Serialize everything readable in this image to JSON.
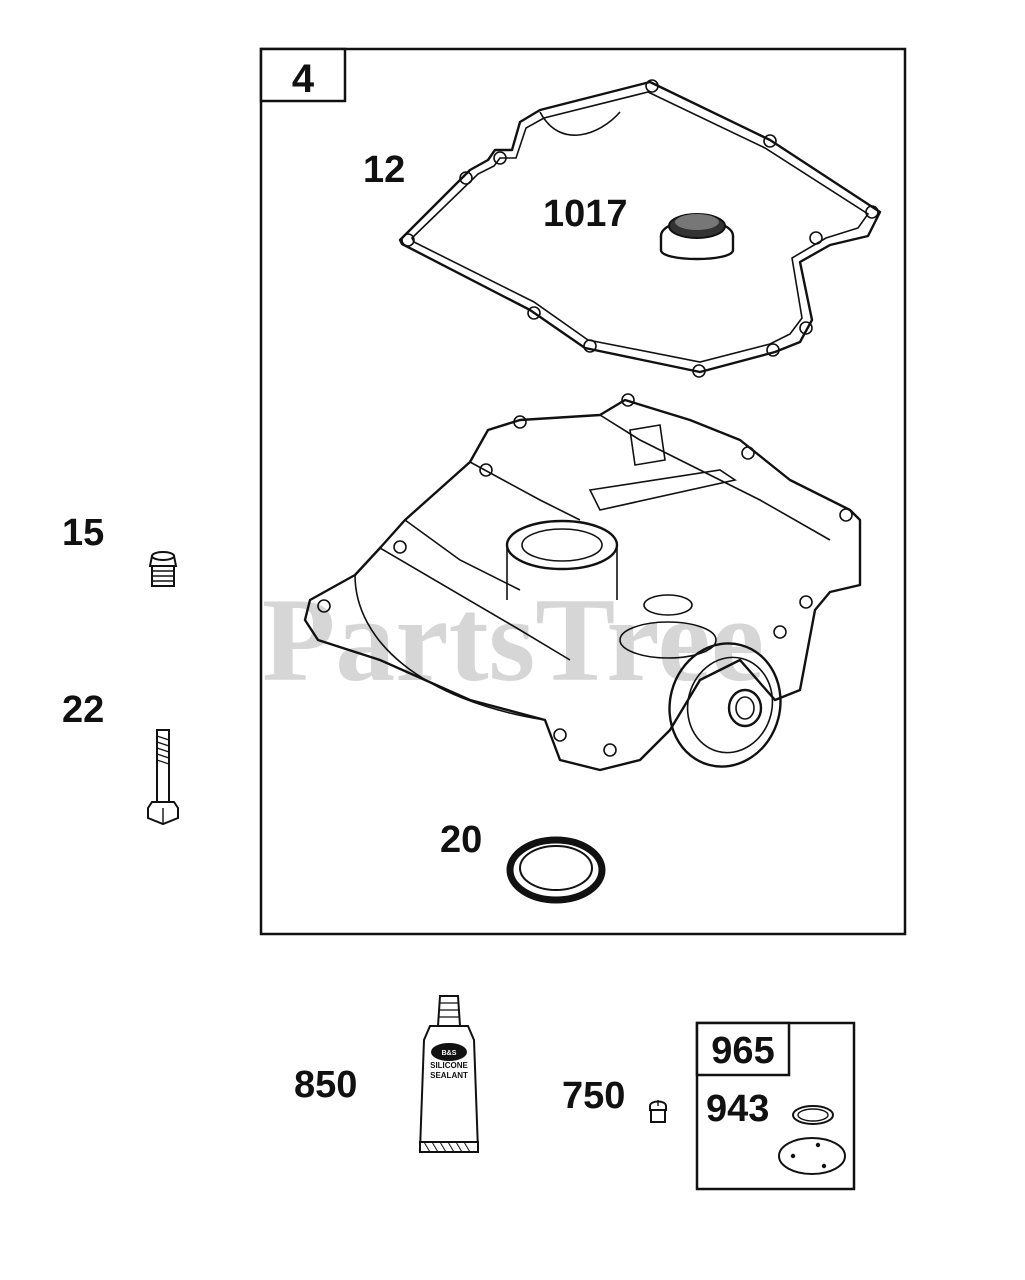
{
  "diagram": {
    "assembly_label": "4",
    "kit_label": "965",
    "watermark": "PartsTree",
    "parts": [
      {
        "id": "12",
        "name": "gasket"
      },
      {
        "id": "1017",
        "name": "oil seal cap"
      },
      {
        "id": "15",
        "name": "plug"
      },
      {
        "id": "22",
        "name": "bolt"
      },
      {
        "id": "20",
        "name": "oil seal"
      },
      {
        "id": "850",
        "name": "sealant tube"
      },
      {
        "id": "750",
        "name": "screw"
      },
      {
        "id": "943",
        "name": "o-ring and cover"
      }
    ],
    "tube_text": [
      "SILICONE",
      "SEALANT"
    ],
    "colors": {
      "line": "#111111",
      "background": "#ffffff",
      "watermark": "#cfcfcf"
    }
  }
}
